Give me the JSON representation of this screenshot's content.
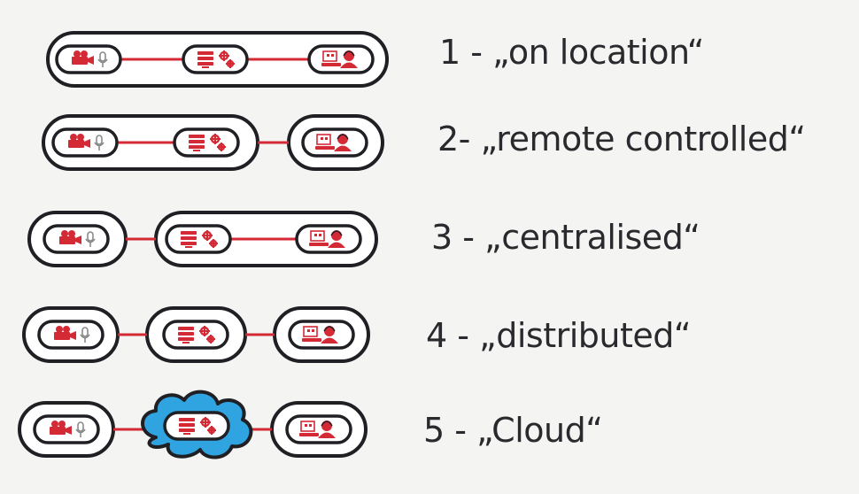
{
  "colors": {
    "ink": "#1f1f24",
    "accent": "#d42a36",
    "cloud": "#2fa4e0",
    "background": "#f4f4f3"
  },
  "icons": [
    "camera-icon",
    "microphone-icon",
    "server-icon",
    "gear-icon",
    "monitor-icon",
    "operator-icon"
  ],
  "rows": [
    {
      "label": "1 - „on location“",
      "topology": "all nodes in one enclosure"
    },
    {
      "label": "2- „remote controlled“",
      "topology": "capture and processing together, control separate"
    },
    {
      "label": "3 - „centralised“",
      "topology": "capture separate, processing and control together"
    },
    {
      "label": "4 - „distributed“",
      "topology": "all three nodes separate"
    },
    {
      "label": "5 - „Cloud“",
      "topology": "processing in the cloud"
    }
  ]
}
